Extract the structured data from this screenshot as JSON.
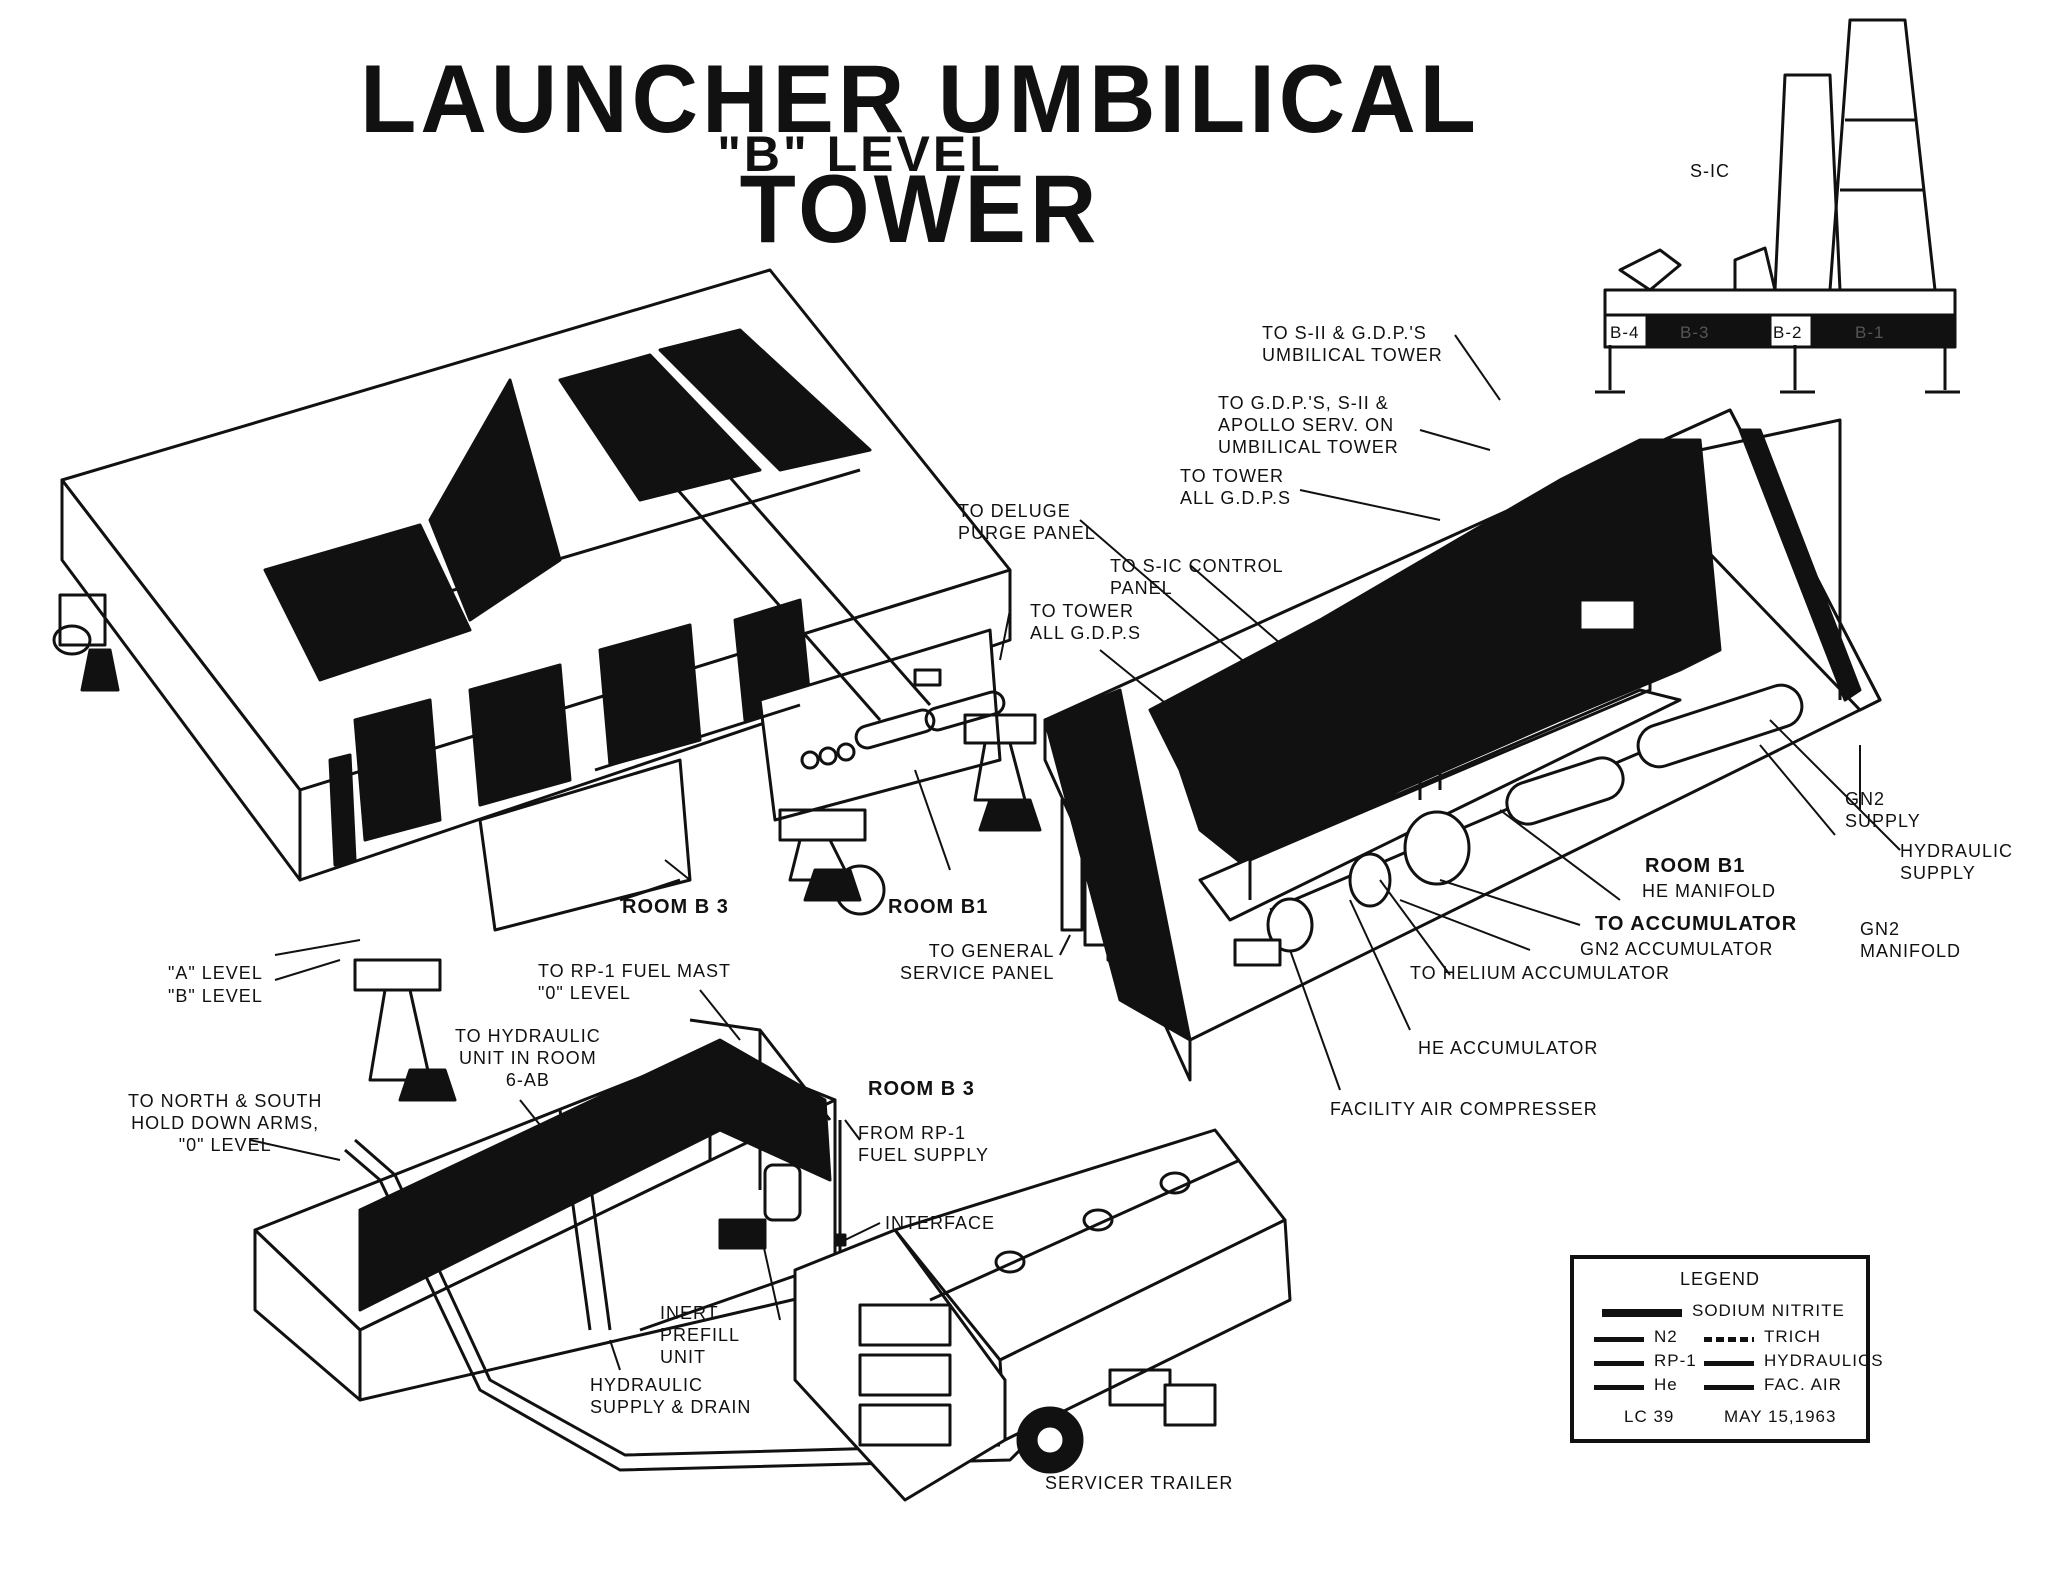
{
  "title": "LAUNCHER UMBILICAL TOWER",
  "subtitle": "\"B\" LEVEL",
  "inset": {
    "sic": "S-IC",
    "rooms": [
      "B-4",
      "B-3",
      "B-2",
      "B-1"
    ]
  },
  "labels": {
    "to_sii_gdps": "TO S-II & G.D.P.'S\nUMBILICAL TOWER",
    "to_gdps_apollo": "TO G.D.P.'S, S-II &\nAPOLLO SERV. ON\nUMBILICAL TOWER",
    "to_tower_gdps_right": "TO TOWER\nALL G.D.P.S",
    "to_deluge": "TO DELUGE\nPURGE PANEL",
    "to_sic_control": "TO S-IC CONTROL\nPANEL",
    "to_tower_gdps_left": "TO TOWER\nALL G.D.P.S",
    "room_b3_upper": "ROOM B 3",
    "room_b1_upper": "ROOM B1",
    "a_level": "\"A\" LEVEL",
    "b_level": "\"B\" LEVEL",
    "to_general_service": "TO GENERAL\nSERVICE PANEL",
    "gn2_supply": "GN2\nSUPPLY",
    "hydraulic_supply": "HYDRAULIC\nSUPPLY",
    "room_b1_right": "ROOM B1",
    "he_manifold": "HE MANIFOLD",
    "to_accumulator": "TO ACCUMULATOR",
    "gn2_accumulator": "GN2 ACCUMULATOR",
    "gn2_manifold": "GN2\nMANIFOLD",
    "to_helium_accumulator": "TO HELIUM ACCUMULATOR",
    "he_accumulator": "HE ACCUMULATOR",
    "facility_air_compresser": "FACILITY AIR COMPRESSER",
    "to_rp1_fuel_mast": "TO RP-1 FUEL MAST\n\"0\" LEVEL",
    "to_hydraulic_unit": "TO HYDRAULIC\nUNIT IN ROOM\n6-AB",
    "to_hold_down_arms": "TO NORTH & SOUTH\nHOLD DOWN ARMS,\n\"0\" LEVEL",
    "room_b3_lower": "ROOM B 3",
    "from_rp1_fuel_supply": "FROM RP-1\nFUEL SUPPLY",
    "interface": "INTERFACE",
    "inert_prefill": "INERT\nPREFILL\nUNIT",
    "hydraulic_supply_drain": "HYDRAULIC\nSUPPLY & DRAIN",
    "servicer_trailer": "SERVICER TRAILER"
  },
  "legend": {
    "title": "LEGEND",
    "sodium_nitrite": "SODIUM NITRITE",
    "n2": "N2",
    "rp1": "RP-1",
    "he": "He",
    "trich": "TRICH",
    "hydraulics": "HYDRAULICS",
    "fac_air": "FAC. AIR",
    "lc": "LC 39",
    "date": "MAY 15,1963"
  }
}
